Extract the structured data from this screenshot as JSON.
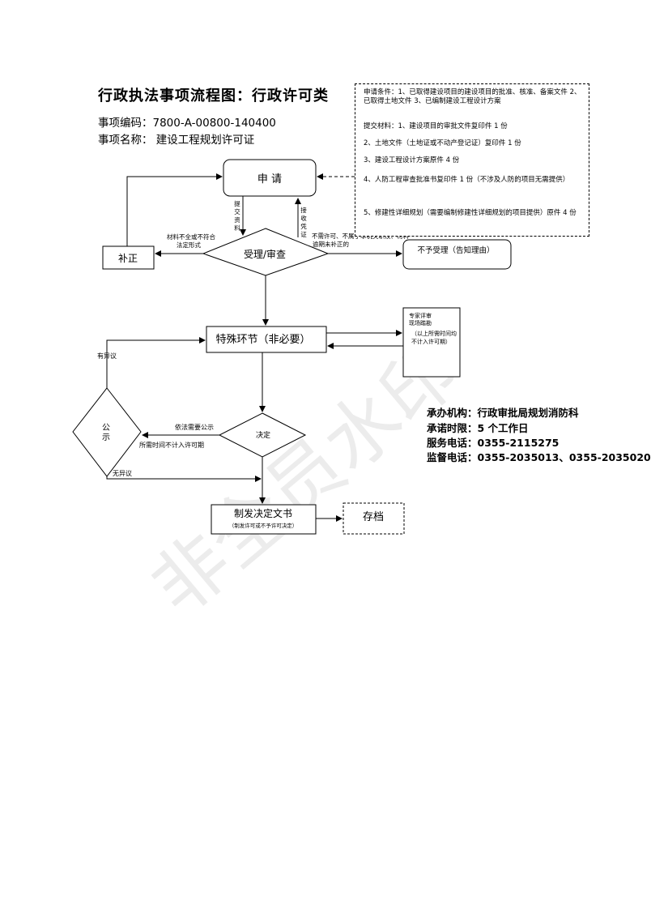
{
  "header": {
    "title": "行政执法事项流程图：行政许可类",
    "item_code": "事项编码：7800-A-00800-140400",
    "item_name": "事项名称：  建设工程规划许可证"
  },
  "conditions": {
    "apply": "申请条件：1、已取得建设项目的建设项目的批准、核准、备案文件 2、已取得土地文件 3、已编制建设工程设计方案",
    "materials_title": "提交材料：1、建设项目的审批文件复印件 1 份",
    "m2": "2、土地文件（土地证或不动产登记证）复印件 1 份",
    "m3": "3、建设工程设计方案原件 4 份",
    "m4": "4、人防工程审查批准书复印件 1 份（不涉及人防的项目无需提供）",
    "m5": "5、修建性详细规划（需要编制修建性详细规划的项目提供）原件 4 份"
  },
  "nodes": {
    "apply": "申 请",
    "review": "受理/审查",
    "supplement": "补正",
    "reject": "不予受理（告知理由）",
    "special": "特殊环节（非必要）",
    "expert": "专家评审\n现场踏勘",
    "expert_note": "（以上所需时间均不计入许可期）",
    "publicity": "公示",
    "decide": "决定",
    "issue": "制发决定文书",
    "issue_sub": "（制发许可或不予许可决定）",
    "archive": "存档"
  },
  "labels": {
    "submit": "提交资料",
    "receive": "接收凭证",
    "incomplete": "材料不全或不符合法定形式",
    "not_accept": "不需许可、不属于本机关职权、材料逾期未补正的",
    "objection": "有异议",
    "need_publicity": "依法需要公示",
    "time_note": "所需时间不计入许可期",
    "no_objection": "无异议"
  },
  "info": {
    "agency": "承办机构：行政审批局规划消防科",
    "deadline": "承诺时限：5 个工作日",
    "service_phone": "服务电话：0355-2115275",
    "supervise_phone": "监督电话：0355-2035013、0355-2035020"
  },
  "watermark": "非全员水印"
}
